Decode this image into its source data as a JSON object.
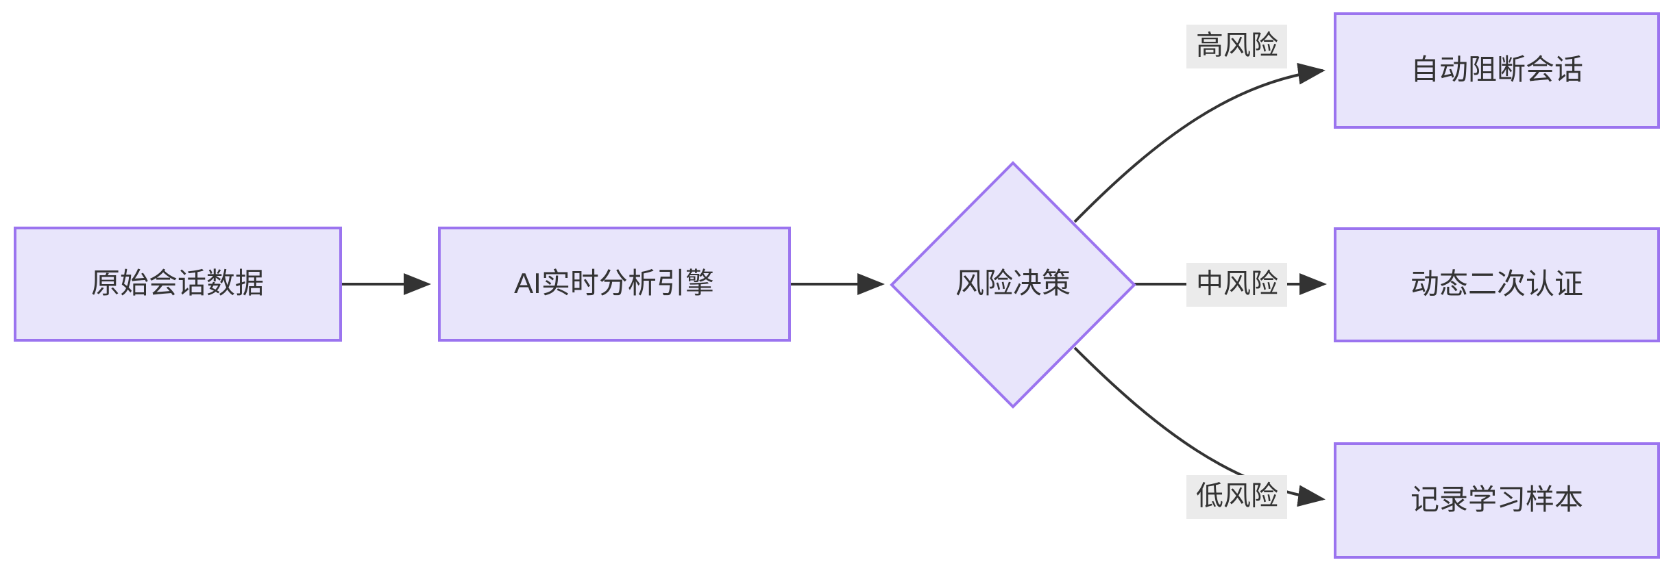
{
  "diagram": {
    "type": "flowchart",
    "direction": "left-to-right",
    "background_color": "#ffffff",
    "node_fill_color": "#e8e5fb",
    "node_border_color": "#9b74ef",
    "edge_color": "#333333",
    "edge_label_bg_color": "#ebebeb",
    "text_color": "#333333"
  },
  "nodes": [
    {
      "id": "raw-data",
      "label": "原始会话数据",
      "shape": "rectangle"
    },
    {
      "id": "ai-engine",
      "label": "AI实时分析引擎",
      "shape": "rectangle"
    },
    {
      "id": "risk-decision",
      "label": "风险决策",
      "shape": "diamond"
    },
    {
      "id": "auto-block",
      "label": "自动阻断会话",
      "shape": "rectangle"
    },
    {
      "id": "dynamic-auth",
      "label": "动态二次认证",
      "shape": "rectangle"
    },
    {
      "id": "record-sample",
      "label": "记录学习样本",
      "shape": "rectangle"
    }
  ],
  "edges": [
    {
      "id": "e1",
      "from": "raw-data",
      "to": "ai-engine",
      "label": ""
    },
    {
      "id": "e2",
      "from": "ai-engine",
      "to": "risk-decision",
      "label": ""
    },
    {
      "id": "e3",
      "from": "risk-decision",
      "to": "auto-block",
      "label": "高风险"
    },
    {
      "id": "e4",
      "from": "risk-decision",
      "to": "dynamic-auth",
      "label": "中风险"
    },
    {
      "id": "e5",
      "from": "risk-decision",
      "to": "record-sample",
      "label": "低风险"
    }
  ]
}
